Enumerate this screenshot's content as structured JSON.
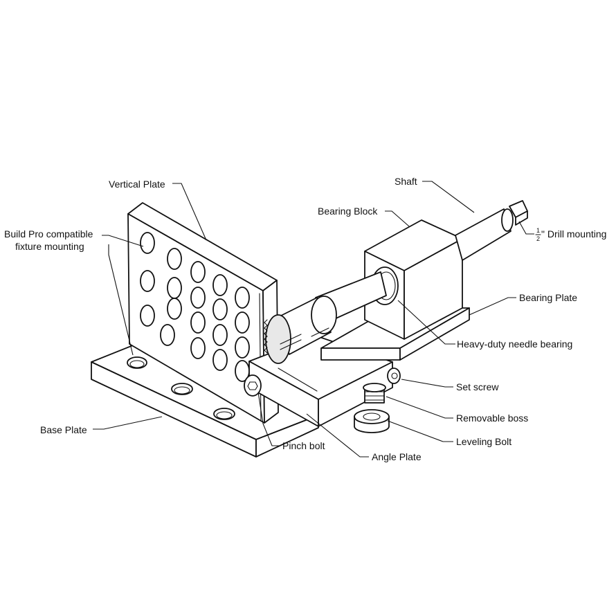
{
  "labels": {
    "vertical_plate": "Vertical Plate",
    "build_pro_line1": "Build Pro compatible",
    "build_pro_line2": "fixture mounting",
    "base_plate": "Base Plate",
    "pinch_bolt": "Pinch bolt",
    "angle_plate": "Angle Plate",
    "shaft": "Shaft",
    "bearing_block": "Bearing Block",
    "drill_numerator": "1",
    "drill_denominator": "2",
    "drill_mounting": "\" Drill mounting",
    "bearing_plate": "Bearing Plate",
    "needle_bearing": "Heavy-duty needle bearing",
    "set_screw": "Set screw",
    "removable_boss": "Removable boss",
    "leveling_bolt": "Leveling Bolt"
  },
  "colors": {
    "line": "#111111",
    "background": "#ffffff",
    "shade": "#e8e8e8"
  }
}
